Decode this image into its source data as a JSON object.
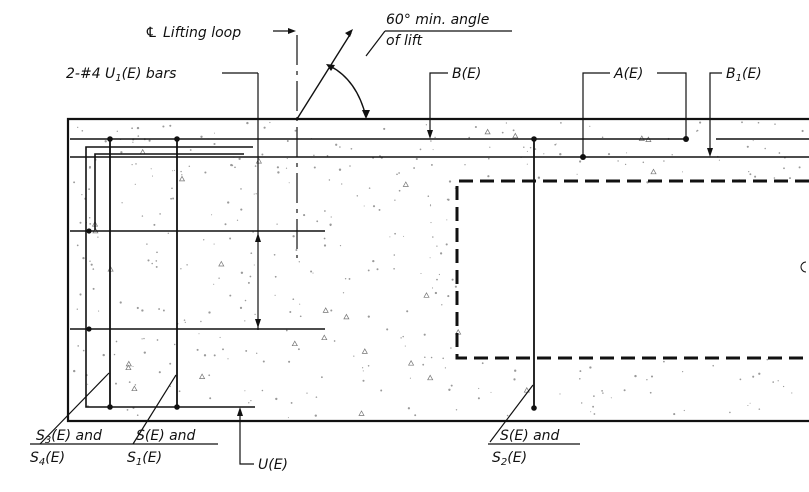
{
  "labels": {
    "lifting_loop": "Lifting loop",
    "centerline_symbol": "℄",
    "angle_line1": "60° min. angle",
    "angle_line2": "of lift",
    "u1_bars": "2-#4 U",
    "u1_bars_sub": "1",
    "u1_bars_end": "(E) bars",
    "b_e": "B(E)",
    "a_e": "A(E)",
    "b1_pre": "B",
    "b1_sub": "1",
    "b1_post": "(E)",
    "s3s4_l1_pre": "S",
    "s3s4_l1_sub": "3",
    "s3s4_l1_post": "(E) and",
    "s3s4_l2_pre": "S",
    "s3s4_l2_sub": "4",
    "s3s4_l2_post": "(E)",
    "ss1_l1": "S(E) and",
    "ss1_l2_pre": "S",
    "ss1_l2_sub": "1",
    "ss1_l2_post": "(E)",
    "u_e": "U(E)",
    "ss2_l1": "S(E) and",
    "ss2_l2_pre": "S",
    "ss2_l2_sub": "2",
    "ss2_l2_post": "(E)"
  },
  "colors": {
    "ink": "#111111",
    "paper": "#ffffff",
    "speckle": "#9a9a9a"
  }
}
